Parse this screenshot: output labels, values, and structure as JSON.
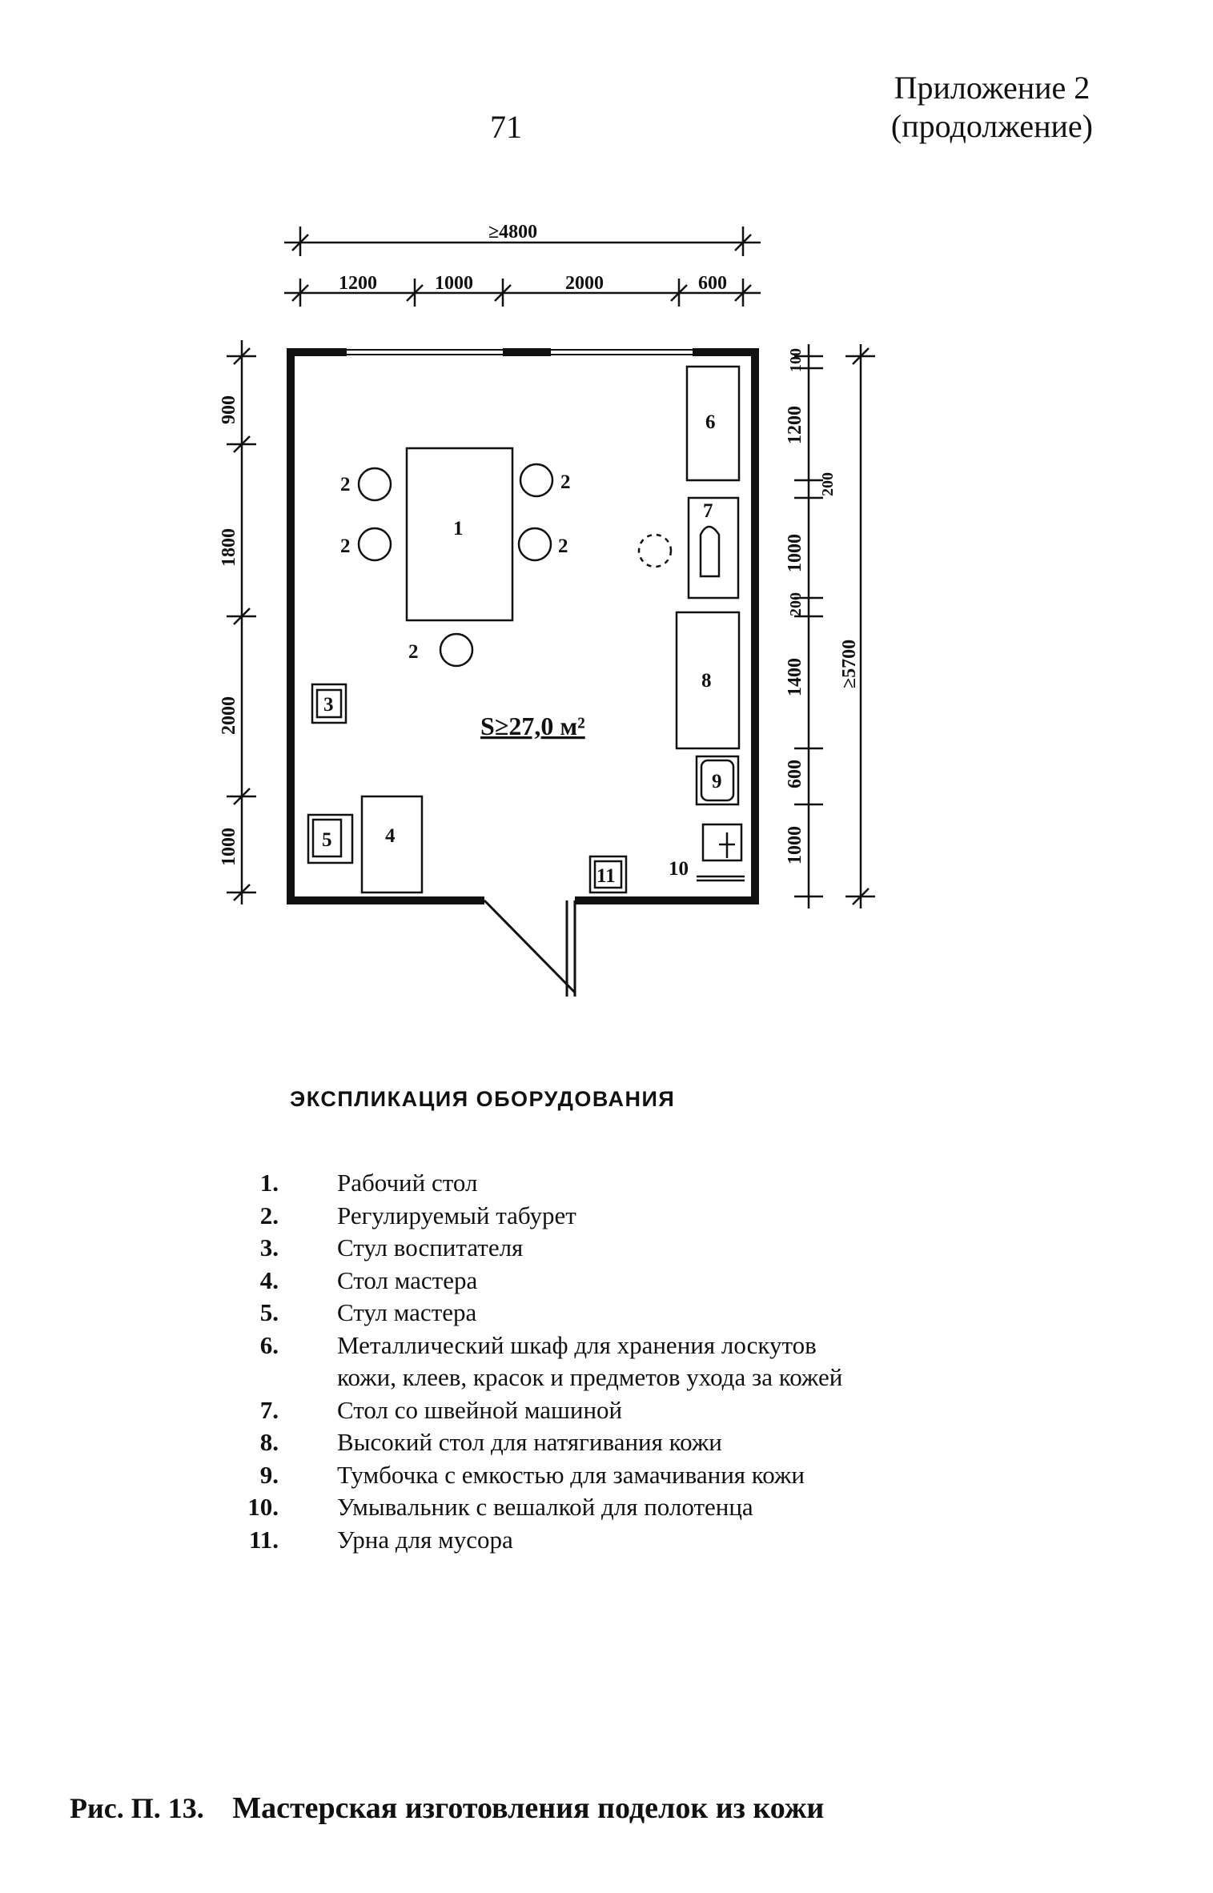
{
  "header": {
    "appendix_line1": "Приложение 2",
    "appendix_line2": "(продолжение)",
    "page_number": "71"
  },
  "plan": {
    "dims_top": {
      "overall": "≥4800",
      "segments": [
        "1200",
        "1000",
        "2000",
        "600"
      ]
    },
    "dims_left": [
      "900",
      "1800",
      "2000",
      "1000"
    ],
    "dims_right_inner": [
      "100",
      "1200",
      "200",
      "1000",
      "200",
      "1400",
      "600",
      "1000"
    ],
    "dims_right_outer": "≥5700",
    "area": "S≥27,0 м²",
    "markers": {
      "table": "1",
      "stool": "2",
      "teacher_chair": "3",
      "master_table": "4",
      "master_chair": "5",
      "cabinet": "6",
      "sewing_table": "7",
      "high_table": "8",
      "nightstand": "9",
      "washbasin": "10",
      "bin": "11"
    }
  },
  "explication": {
    "title": "ЭКСПЛИКАЦИЯ ОБОРУДОВАНИЯ",
    "items": [
      {
        "n": "1.",
        "text": "Рабочий стол"
      },
      {
        "n": "2.",
        "text": "Регулируемый табурет"
      },
      {
        "n": "3.",
        "text": "Стул воспитателя"
      },
      {
        "n": "4.",
        "text": "Стол мастера"
      },
      {
        "n": "5.",
        "text": "Стул мастера"
      },
      {
        "n": "6.",
        "text": "Металлический шкаф для хранения лоскутов\nкожи, клеев, красок и предметов ухода за кожей"
      },
      {
        "n": "7.",
        "text": "Стол со швейной машиной"
      },
      {
        "n": "8.",
        "text": "Высокий стол для натягивания кожи"
      },
      {
        "n": "9.",
        "text": "Тумбочка с емкостью для замачивания кожи"
      },
      {
        "n": "10.",
        "text": "Умывальник с вешалкой для полотенца"
      },
      {
        "n": "11.",
        "text": "Урна для мусора"
      }
    ]
  },
  "caption": {
    "fig_label": "Рис. П. 13.",
    "title": "Мастерская изготовления поделок из кожи"
  }
}
